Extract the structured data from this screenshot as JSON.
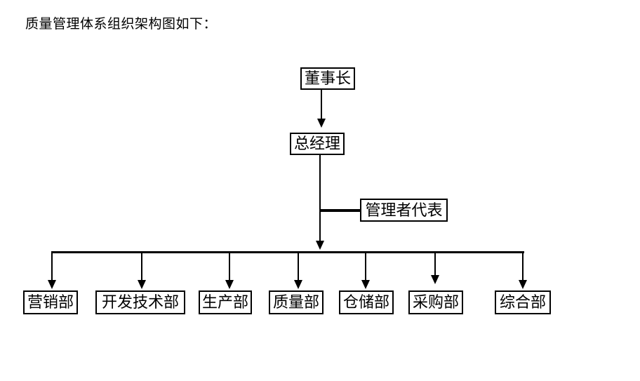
{
  "page": {
    "title": "质量管理体系组织架构图如下："
  },
  "org_chart": {
    "type": "org-tree",
    "nodes": {
      "chairman": "董事长",
      "general_manager": "总经理",
      "management_representative": "管理者代表"
    },
    "departments": [
      "营销部",
      "开发技术部",
      "生产部",
      "质量部",
      "仓储部",
      "采购部",
      "综合部"
    ],
    "edges": [
      [
        "董事长",
        "总经理"
      ],
      [
        "总经理",
        "管理者代表"
      ],
      [
        "总经理",
        "营销部"
      ],
      [
        "总经理",
        "开发技术部"
      ],
      [
        "总经理",
        "生产部"
      ],
      [
        "总经理",
        "质量部"
      ],
      [
        "总经理",
        "仓储部"
      ],
      [
        "总经理",
        "采购部"
      ],
      [
        "总经理",
        "综合部"
      ]
    ],
    "colors": {
      "line": "#000000",
      "text": "#000000",
      "box_border": "#000000",
      "background": "#ffffff"
    }
  }
}
